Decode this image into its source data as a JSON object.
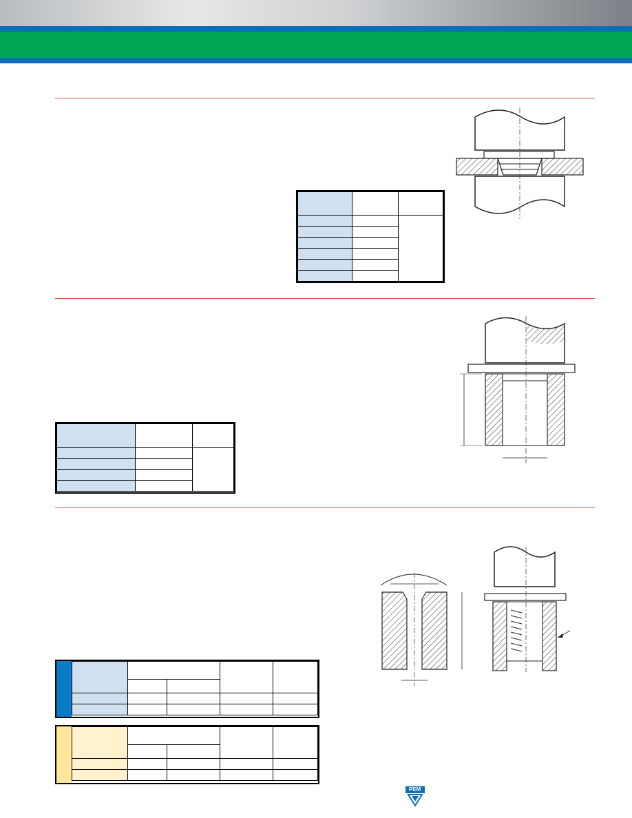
{
  "header": {
    "colors": {
      "metal": "#c9cbcd",
      "blue": "#0b6fb6",
      "green": "#00a651",
      "rule": "#d9534f"
    }
  },
  "figures": {
    "fig1": {
      "icon": "press-on-panel-drawing-icon"
    },
    "fig2": {
      "icon": "press-into-hole-drawing-icon"
    },
    "fig3": {
      "icon": "countersunk-hole-drawing-icon"
    },
    "fig4": {
      "icon": "threaded-insert-drawing-icon"
    }
  },
  "tables": {
    "table1": {
      "rows": 6
    },
    "table2": {
      "rows": 4
    },
    "table3": {
      "rows": 2,
      "accent": "#0b7ac7"
    },
    "table4": {
      "rows": 2,
      "accent": "#ffe699"
    }
  },
  "footer": {
    "logo_text": "PEM"
  }
}
